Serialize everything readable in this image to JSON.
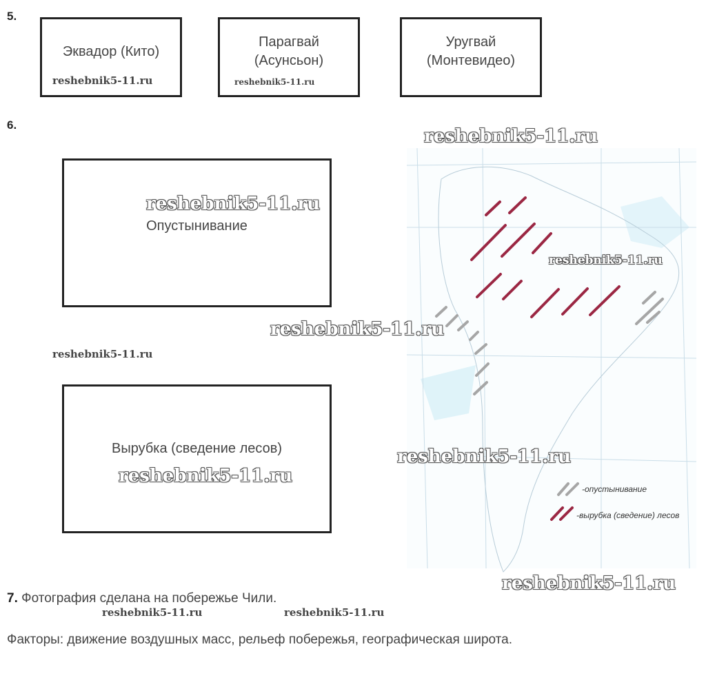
{
  "task5": {
    "number": "5.",
    "boxes": [
      {
        "line1": "Эквадор (Кито)",
        "line2": ""
      },
      {
        "line1": "Парагвай",
        "line2": "(Асунсьон)"
      },
      {
        "line1": "Уругвай",
        "line2": "(Монтевидео)"
      }
    ]
  },
  "task6": {
    "number": "6.",
    "box1": "Опустынивание",
    "box2": "Вырубка (сведение лесов)",
    "legend": {
      "desert": "-опустынивание",
      "logging": "-вырубка (сведение) лесов"
    },
    "colors": {
      "logging": "#9b2743",
      "desert": "#a6a6a6"
    }
  },
  "task7": {
    "number": "7.",
    "line1": "Фотография сделана на побережье Чили.",
    "line2": "Факторы: движение воздушных масс, рельеф побережья, географическая широта."
  },
  "watermark": "reshebnik5-11.ru"
}
